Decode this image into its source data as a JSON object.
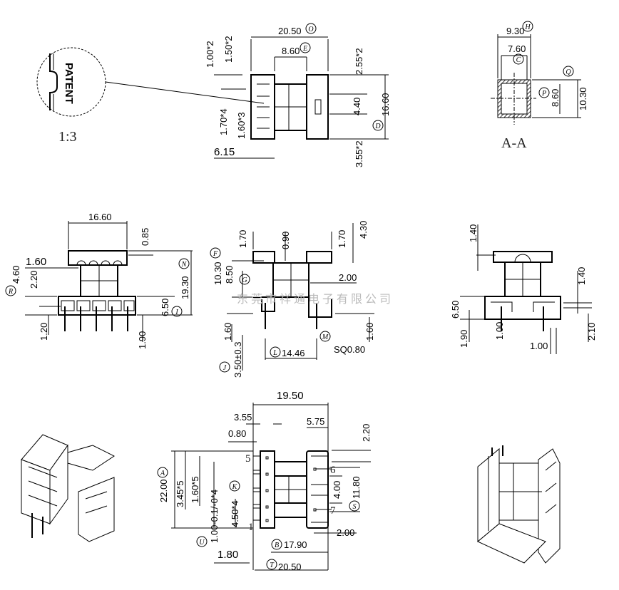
{
  "detail": {
    "text": "PATENT",
    "scale": "1:3"
  },
  "top_view": {
    "dims": [
      "20.50",
      "8.60",
      "1.00*2",
      "1.50*2",
      "1.70*4",
      "1.60*3",
      "6.15",
      "2.55*2",
      "4.40",
      "16.60",
      "3.55*2"
    ],
    "refs": [
      "O",
      "E",
      "D"
    ]
  },
  "section_view": {
    "dims": [
      "9.30",
      "7.60",
      "8.60",
      "10.30"
    ],
    "refs": [
      "H",
      "C",
      "P",
      "Q"
    ],
    "title": "A-A"
  },
  "front_view": {
    "dims": [
      "16.60",
      "0.85",
      "1.60",
      "4.60",
      "2.20",
      "19.30",
      "6.50",
      "1.20",
      "1.90"
    ],
    "refs": [
      "R",
      "N",
      "I"
    ]
  },
  "side_view": {
    "dims": [
      "1.70",
      "0.90",
      "1.70",
      "4.30",
      "10.30",
      "8.50",
      "2.00",
      "1.60",
      "1.60",
      "SQ0.80",
      "14.46",
      "3.50±0.3"
    ],
    "refs": [
      "F",
      "G",
      "M",
      "L",
      "J"
    ],
    "watermark": "东莞市祥通电子有限公司"
  },
  "rear_view": {
    "dims": [
      "1.40",
      "1.40",
      "6.50",
      "1.90",
      "1.00",
      "1.00",
      "2.10"
    ]
  },
  "bottom_view": {
    "dims": [
      "19.50",
      "3.55",
      "5.75",
      "0.80",
      "2.20",
      "22.00",
      "3.45*5",
      "1.60*5",
      "4.50*4",
      "1.00-0.1/-0*4",
      "1.80",
      "17.90",
      "20.50",
      "2.00",
      "4.00",
      "11.80"
    ],
    "refs": [
      "A",
      "K",
      "U",
      "B",
      "T",
      "S"
    ],
    "pins": [
      "5",
      "6",
      "7",
      "1"
    ]
  }
}
